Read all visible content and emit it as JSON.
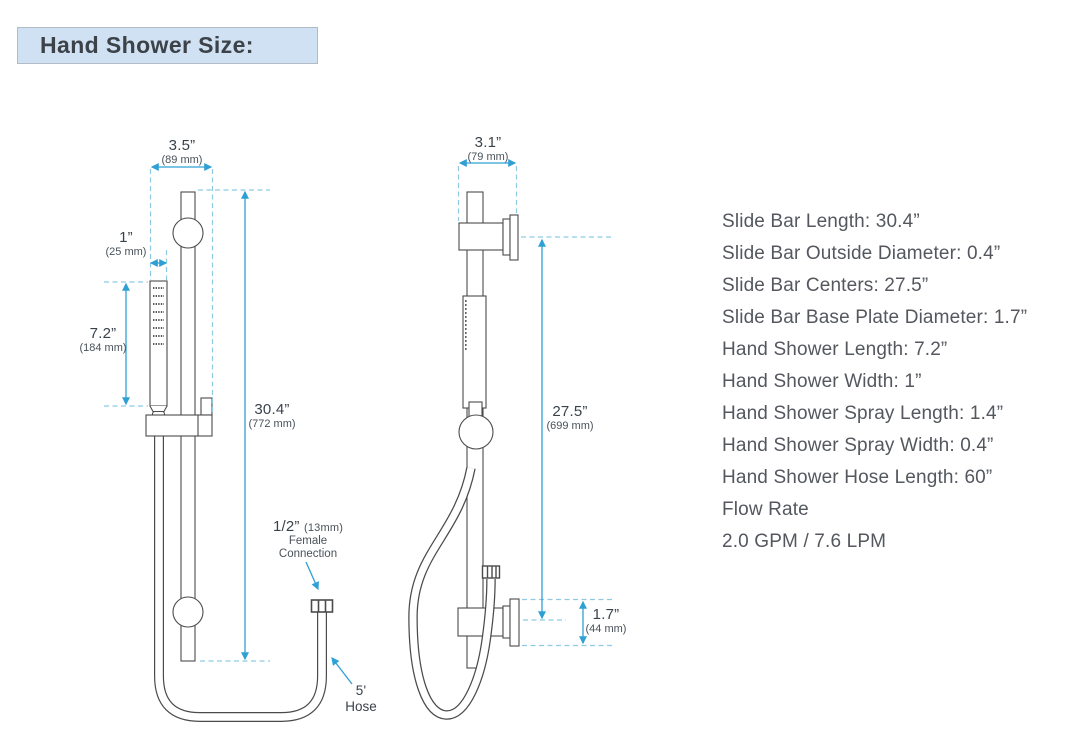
{
  "title": "Hand Shower Size:",
  "specs": [
    "Slide Bar Length: 30.4”",
    "Slide Bar Outside Diameter: 0.4”",
    "Slide Bar Centers: 27.5”",
    "Slide Bar Base Plate Diameter: 1.7”",
    "Hand Shower Length: 7.2”",
    "Hand Shower Width: 1”",
    "Hand Shower Spray Length: 1.4”",
    "Hand Shower Spray Width: 0.4”",
    "Hand Shower Hose Length: 60”",
    "Flow Rate",
    "2.0 GPM / 7.6 LPM"
  ],
  "front_view": {
    "overall_width": {
      "value": "3.5”",
      "metric": "(89 mm)"
    },
    "hand_shower_width": {
      "value": "1”",
      "metric": "(25 mm)"
    },
    "hand_shower_length": {
      "value": "7.2”",
      "metric": "(184 mm)"
    },
    "slide_bar_length": {
      "value": "30.4”",
      "metric": "(772 mm)"
    },
    "connection": {
      "value": "1/2”",
      "metric": "(13mm)",
      "line2": "Female",
      "line3": "Connection"
    },
    "hose": {
      "value": "5'",
      "line2": "Hose"
    }
  },
  "side_view": {
    "wall_depth": {
      "value": "3.1”",
      "metric": "(79 mm)"
    },
    "slide_bar_centers": {
      "value": "27.5”",
      "metric": "(699 mm)"
    },
    "base_plate_diameter": {
      "value": "1.7”",
      "metric": "(44 mm)"
    }
  },
  "colors": {
    "dimension_accent": "#2fa0d4",
    "extension_dashed": "#8fc9e4",
    "outline": "#4b4b4b",
    "title_background": "#cfe1f2",
    "title_border": "#b3bcc6",
    "title_text": "#3c4247",
    "spec_text": "#54585e",
    "dim_text": "#39424b"
  }
}
